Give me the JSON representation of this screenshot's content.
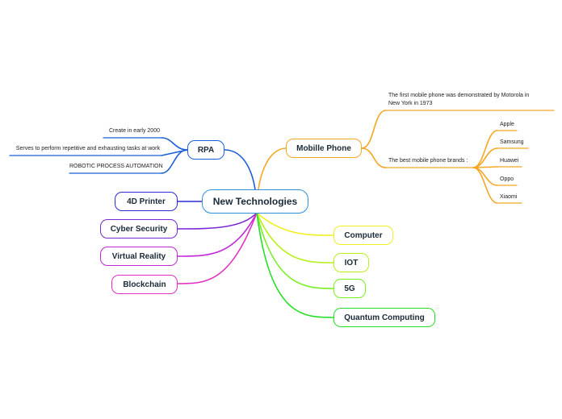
{
  "root": {
    "label": "New Technologies",
    "color": "#2f8fd8"
  },
  "rpa": {
    "label": "RPA",
    "color": "#1a5fd8",
    "details": [
      "Create in early 2000",
      "Serves to perform repetitive and exhausting tasks at work",
      "ROBOTIC PROCESS AUTOMATION"
    ]
  },
  "mobile": {
    "label": "Mobille Phone",
    "color": "#f5a623",
    "first": "The first mobile phone was demonstrated by Motorola in New York in 1973",
    "brands_label": "The best mobile phone brands :",
    "brands": [
      "Apple",
      "Samsung",
      "Huawei",
      "Oppo",
      "Xiaomi"
    ]
  },
  "left_branches": [
    {
      "label": "4D Printer",
      "color": "#2b2bd8"
    },
    {
      "label": "Cyber Security",
      "color": "#7a28d8"
    },
    {
      "label": "Virtual Reality",
      "color": "#c228d8"
    },
    {
      "label": "Blockchain",
      "color": "#e030c0"
    }
  ],
  "right_branches": [
    {
      "label": "Computer",
      "color": "#f0f020"
    },
    {
      "label": "IOT",
      "color": "#b8f020"
    },
    {
      "label": "5G",
      "color": "#78f020"
    },
    {
      "label": "Quantum Computing",
      "color": "#28e028"
    }
  ]
}
